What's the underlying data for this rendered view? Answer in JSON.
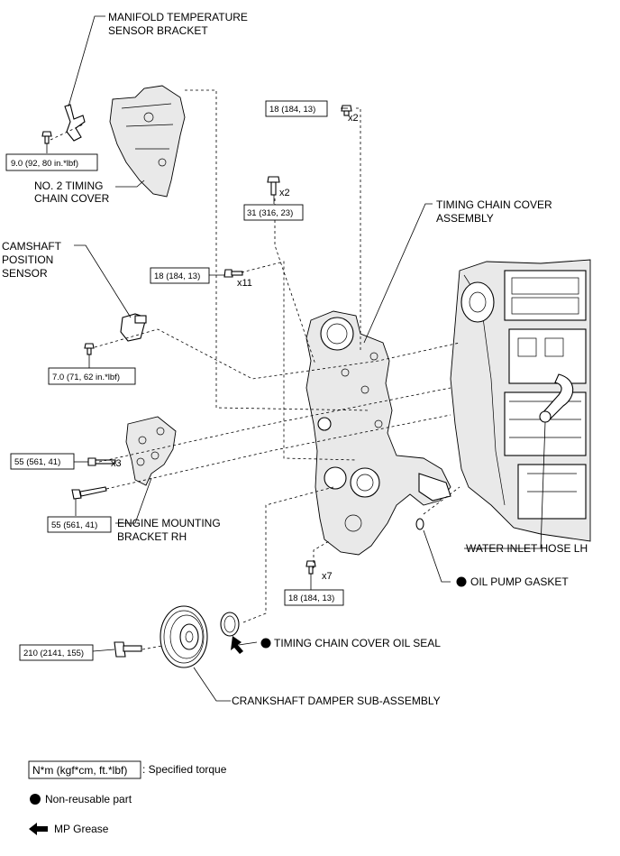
{
  "labels": {
    "manifold_bracket": [
      "MANIFOLD TEMPERATURE",
      "SENSOR BRACKET"
    ],
    "no2_chain_cover": [
      "NO. 2 TIMING",
      "CHAIN COVER"
    ],
    "camshaft_sensor": [
      "CAMSHAFT",
      "POSITION",
      "SENSOR"
    ],
    "timing_chain_cover": [
      "TIMING CHAIN COVER",
      "ASSEMBLY"
    ],
    "engine_mount_bracket": [
      "ENGINE MOUNTING",
      "BRACKET RH"
    ],
    "water_inlet_hose": "WATER INLET HOSE LH",
    "oil_pump_gasket": "OIL PUMP GASKET",
    "chain_cover_oil_seal": "TIMING CHAIN COVER OIL SEAL",
    "crankshaft_damper": "CRANKSHAFT DAMPER SUB-ASSEMBLY"
  },
  "torques": {
    "t_9": "9.0 (92, 80 in.*lbf)",
    "t_18_top": "18 (184, 13)",
    "t_31": "31 (316, 23)",
    "t_18_mid": "18 (184, 13)",
    "t_7": "7.0 (71, 62 in.*lbf)",
    "t_55_a": "55 (561, 41)",
    "t_55_b": "55 (561, 41)",
    "t_18_bottom": "18 (184, 13)",
    "t_210": "210 (2141, 155)"
  },
  "quantities": {
    "q_x2_top": "x2",
    "q_x2_mid": "x2",
    "q_x11": "x11",
    "q_x3": "x3",
    "q_x7": "x7"
  },
  "legend": {
    "torque_box": "N*m (kgf*cm, ft.*lbf)",
    "torque_text": ": Specified torque",
    "non_reusable": "Non-reusable part",
    "grease": "MP Grease"
  }
}
